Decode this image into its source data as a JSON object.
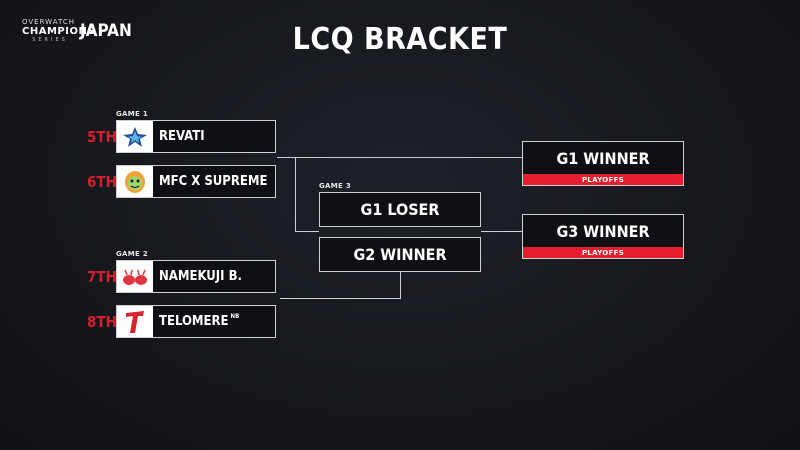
{
  "header": {
    "logo_line1": "OVERWATCH",
    "logo_line2": "CHAMPIONS",
    "logo_line3": "SERIES",
    "logo_region": "JAPAN",
    "title": "LCQ BRACKET"
  },
  "colors": {
    "accent_red": "#e41e2f",
    "seed_red": "#d4202e",
    "box_border": "#cfcfcf",
    "background": "#16181d"
  },
  "game1": {
    "label": "GAME 1",
    "teams": [
      {
        "seed": "5TH",
        "name": "REVATI",
        "icon": "revati-star-logo-icon"
      },
      {
        "seed": "6TH",
        "name": "MFC X SUPREME",
        "icon": "mfc-supreme-mascot-logo-icon"
      }
    ]
  },
  "game2": {
    "label": "GAME 2",
    "teams": [
      {
        "seed": "7TH",
        "name": "NAMEKUJI B.",
        "icon": "namekuji-slugs-logo-icon"
      },
      {
        "seed": "8TH",
        "name": "TELOMERE",
        "suffix": "NB",
        "icon": "telomere-t-logo-icon"
      }
    ]
  },
  "game3": {
    "label": "GAME 3",
    "slots": [
      "G1 LOSER",
      "G2 WINNER"
    ]
  },
  "results": [
    {
      "name": "G1 WINNER",
      "tag": "PLAYOFFS"
    },
    {
      "name": "G3 WINNER",
      "tag": "PLAYOFFS"
    }
  ]
}
